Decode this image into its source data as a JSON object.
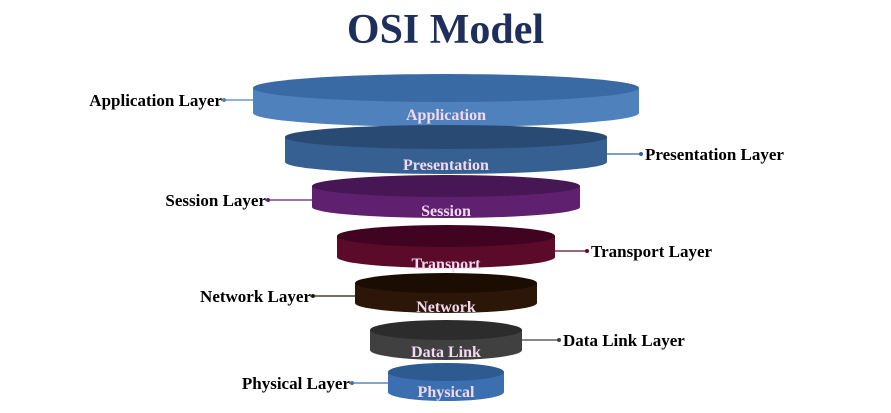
{
  "title": "OSI Model",
  "layers": [
    {
      "name": "Application",
      "label": "Application Layer",
      "label_side": "left",
      "color": "#4f81bd",
      "top_color": "#3a6aa4",
      "text_color": "#f3d9f0"
    },
    {
      "name": "Presentation",
      "label": "Presentation Layer",
      "label_side": "right",
      "color": "#376092",
      "top_color": "#294a73",
      "text_color": "#f3d9f0"
    },
    {
      "name": "Session",
      "label": "Session Layer",
      "label_side": "left",
      "color": "#5f2070",
      "top_color": "#471655",
      "text_color": "#f3d9f0"
    },
    {
      "name": "Transport",
      "label": "Transport Layer",
      "label_side": "right",
      "color": "#5c0a2a",
      "top_color": "#400420",
      "text_color": "#f3d9f0"
    },
    {
      "name": "Network",
      "label": "Network Layer",
      "label_side": "left",
      "color": "#2b1608",
      "top_color": "#1c0d03",
      "text_color": "#f3d9f0"
    },
    {
      "name": "Data Link",
      "label": "Data Link Layer",
      "label_side": "right",
      "color": "#404040",
      "top_color": "#2c2c2c",
      "text_color": "#f3d9f0"
    },
    {
      "name": "Physical",
      "label": "Physical Layer",
      "label_side": "left",
      "color": "#3c6fb0",
      "top_color": "#2e5a92",
      "text_color": "#f3d9f0"
    }
  ],
  "colors": {
    "title": "#1f2f5c",
    "label": "#000000"
  }
}
